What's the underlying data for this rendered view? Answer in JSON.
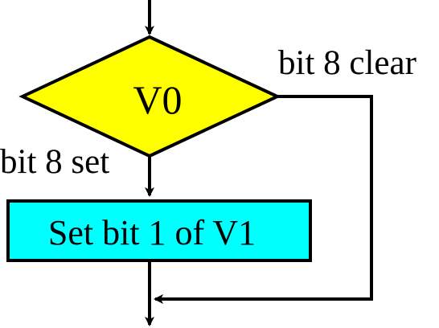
{
  "diagram": {
    "decision": {
      "label": "V0",
      "fill": "#ffff00"
    },
    "process": {
      "label": "Set bit 1 of V1",
      "fill": "#00ffff"
    },
    "branches": {
      "clear_label": "bit 8 clear",
      "set_label": "bit 8 set"
    },
    "line_color": "#000000"
  }
}
